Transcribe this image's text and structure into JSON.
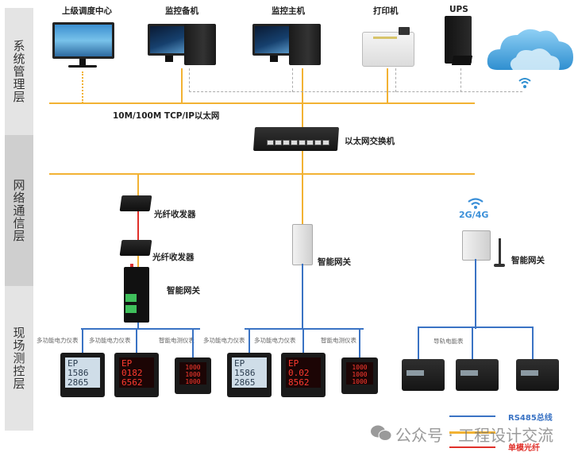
{
  "layers": [
    {
      "name": "系统管理层",
      "color": "#e4e4e4"
    },
    {
      "name": "网络通信层",
      "color": "#cfcfcf"
    },
    {
      "name": "现场测控层",
      "color": "#e4e4e4"
    }
  ],
  "management": {
    "devices": [
      {
        "label": "上级调度中心",
        "type": "monitor"
      },
      {
        "label": "监控备机",
        "type": "workstation"
      },
      {
        "label": "监控主机",
        "type": "workstation"
      },
      {
        "label": "打印机",
        "type": "printer"
      },
      {
        "label": "UPS",
        "type": "ups"
      },
      {
        "label": "",
        "type": "cloud"
      }
    ],
    "bus_label": "10M/100M  TCP/IP以太网"
  },
  "network": {
    "switch_label": "以太网交换机",
    "fiber_transceiver_1": "光纤收发器",
    "fiber_transceiver_2": "光纤收发器",
    "gateway_left": "智能网关",
    "gateway_mid": "智能网关",
    "gateway_right": "智能网关",
    "wireless_label": "2G/4G"
  },
  "field": {
    "group1": [
      {
        "label": "多功能电力仪表",
        "display": "lcd",
        "lines": [
          "EP",
          "1586",
          "2865"
        ]
      },
      {
        "label": "多功能电力仪表",
        "display": "led",
        "lines": [
          "EP",
          "0182",
          "6562"
        ]
      },
      {
        "label": "智能电测仪表",
        "display": "led3",
        "lines": [
          "1000",
          "1000",
          "1000"
        ]
      }
    ],
    "group2": [
      {
        "label": "多功能电力仪表",
        "display": "lcd",
        "lines": [
          "EP",
          "1586",
          "2865"
        ]
      },
      {
        "label": "多功能电力仪表",
        "display": "led",
        "lines": [
          "EP",
          "0.02",
          "8562"
        ]
      },
      {
        "label": "智能电测仪表",
        "display": "led3",
        "lines": [
          "1000",
          "1000",
          "1000"
        ]
      }
    ],
    "group3_label": "导轨电能表",
    "group3_count": 3
  },
  "legend": [
    {
      "label": "RS485总线",
      "color": "#3a73c4",
      "text_color": "#3a73c4"
    },
    {
      "label": "",
      "color": "#f2b233",
      "text_color": "#f2b233"
    },
    {
      "label": "单模光纤",
      "color": "#e0302a",
      "text_color": "#e0302a"
    }
  ],
  "watermark": "公众号 · 工程设计交流",
  "colors": {
    "ethernet": "#f2b233",
    "rs485": "#3a73c4",
    "fiber": "#e0302a",
    "dashed": "#aaaaaa"
  }
}
